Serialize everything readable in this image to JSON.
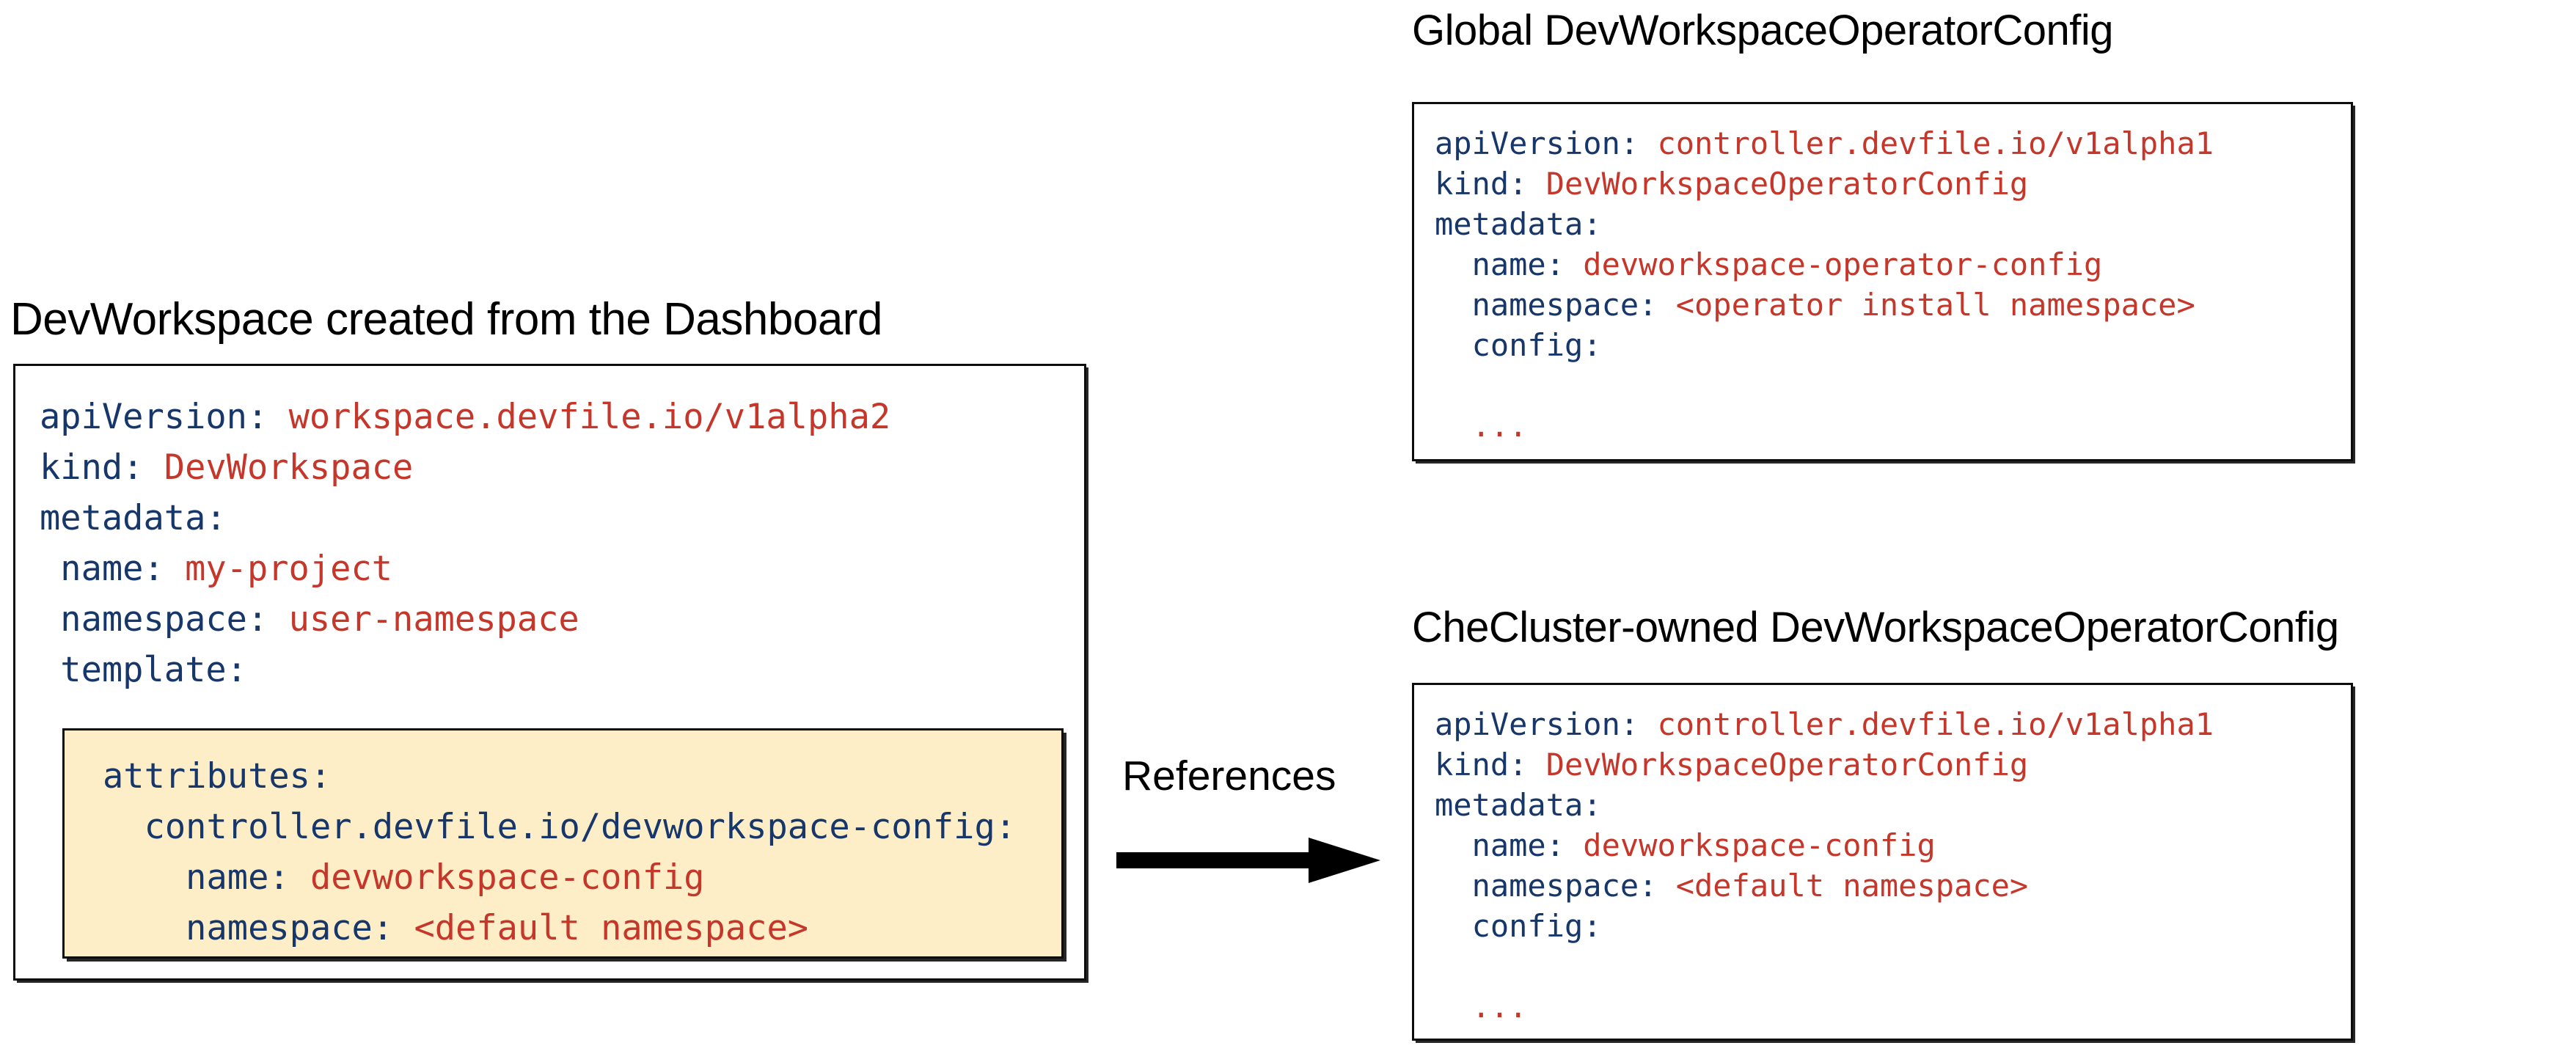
{
  "diagram": {
    "connector": {
      "label": "References",
      "icon": "right-arrow-icon",
      "direction": "left-to-right"
    },
    "colors": {
      "key": "#17376a",
      "value": "#c5372a",
      "highlight_background": "#fdeec8",
      "border": "#0d0d0d",
      "page_background": "#ffffff"
    }
  },
  "left_panel": {
    "title": "DevWorkspace created from the Dashboard",
    "code_lines": [
      [
        {
          "t": "apiVersion: ",
          "c": "k"
        },
        {
          "t": "workspace.devfile.io/v1alpha2",
          "c": "v"
        }
      ],
      [
        {
          "t": "kind: ",
          "c": "k"
        },
        {
          "t": "DevWorkspace",
          "c": "v"
        }
      ],
      [
        {
          "t": "metadata:",
          "c": "k"
        }
      ],
      [
        {
          "t": " name: ",
          "c": "k"
        },
        {
          "t": "my-project",
          "c": "v"
        }
      ],
      [
        {
          "t": " namespace: ",
          "c": "k"
        },
        {
          "t": "user-namespace",
          "c": "v"
        }
      ],
      [
        {
          "t": " template:",
          "c": "k"
        }
      ]
    ],
    "highlight_lines": [
      [
        {
          "t": "attributes:",
          "c": "k"
        }
      ],
      [
        {
          "t": "  controller.devfile.io/devworkspace-config:",
          "c": "k"
        }
      ],
      [
        {
          "t": "    name: ",
          "c": "k"
        },
        {
          "t": "devworkspace-config",
          "c": "v"
        }
      ],
      [
        {
          "t": "    namespace: ",
          "c": "k"
        },
        {
          "t": "<default namespace>",
          "c": "v"
        }
      ]
    ]
  },
  "top_right_panel": {
    "title": "Global DevWorkspaceOperatorConfig",
    "code_lines": [
      [
        {
          "t": "apiVersion: ",
          "c": "k"
        },
        {
          "t": "controller.devfile.io/v1alpha1",
          "c": "v"
        }
      ],
      [
        {
          "t": "kind: ",
          "c": "k"
        },
        {
          "t": "DevWorkspaceOperatorConfig",
          "c": "v"
        }
      ],
      [
        {
          "t": "metadata:",
          "c": "k"
        }
      ],
      [
        {
          "t": "  name: ",
          "c": "k"
        },
        {
          "t": "devworkspace-operator-config",
          "c": "v"
        }
      ],
      [
        {
          "t": "  namespace: ",
          "c": "k"
        },
        {
          "t": "<operator install namespace>",
          "c": "v"
        }
      ],
      [
        {
          "t": "  config:",
          "c": "k"
        }
      ],
      [
        {
          "t": "",
          "c": "k"
        }
      ],
      [
        {
          "t": "  ...",
          "c": "v"
        }
      ]
    ]
  },
  "bottom_right_panel": {
    "title": "CheCluster-owned DevWorkspaceOperatorConfig",
    "code_lines": [
      [
        {
          "t": "apiVersion: ",
          "c": "k"
        },
        {
          "t": "controller.devfile.io/v1alpha1",
          "c": "v"
        }
      ],
      [
        {
          "t": "kind: ",
          "c": "k"
        },
        {
          "t": "DevWorkspaceOperatorConfig",
          "c": "v"
        }
      ],
      [
        {
          "t": "metadata:",
          "c": "k"
        }
      ],
      [
        {
          "t": "  name: ",
          "c": "k"
        },
        {
          "t": "devworkspace-config",
          "c": "v"
        }
      ],
      [
        {
          "t": "  namespace: ",
          "c": "k"
        },
        {
          "t": "<default namespace>",
          "c": "v"
        }
      ],
      [
        {
          "t": "  config:",
          "c": "k"
        }
      ],
      [
        {
          "t": "",
          "c": "k"
        }
      ],
      [
        {
          "t": "  ...",
          "c": "v"
        }
      ]
    ]
  }
}
